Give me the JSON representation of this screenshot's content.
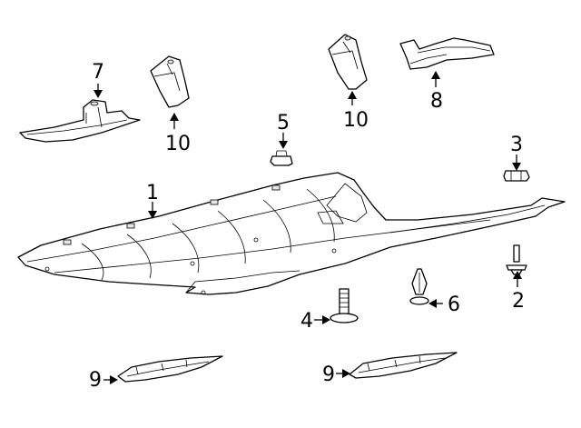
{
  "callouts": {
    "p1": "1",
    "p2": "2",
    "p3": "3",
    "p4": "4",
    "p5": "5",
    "p6": "6",
    "p7": "7",
    "p8": "8",
    "p9a": "9",
    "p9b": "9",
    "p10a": "10",
    "p10b": "10"
  }
}
